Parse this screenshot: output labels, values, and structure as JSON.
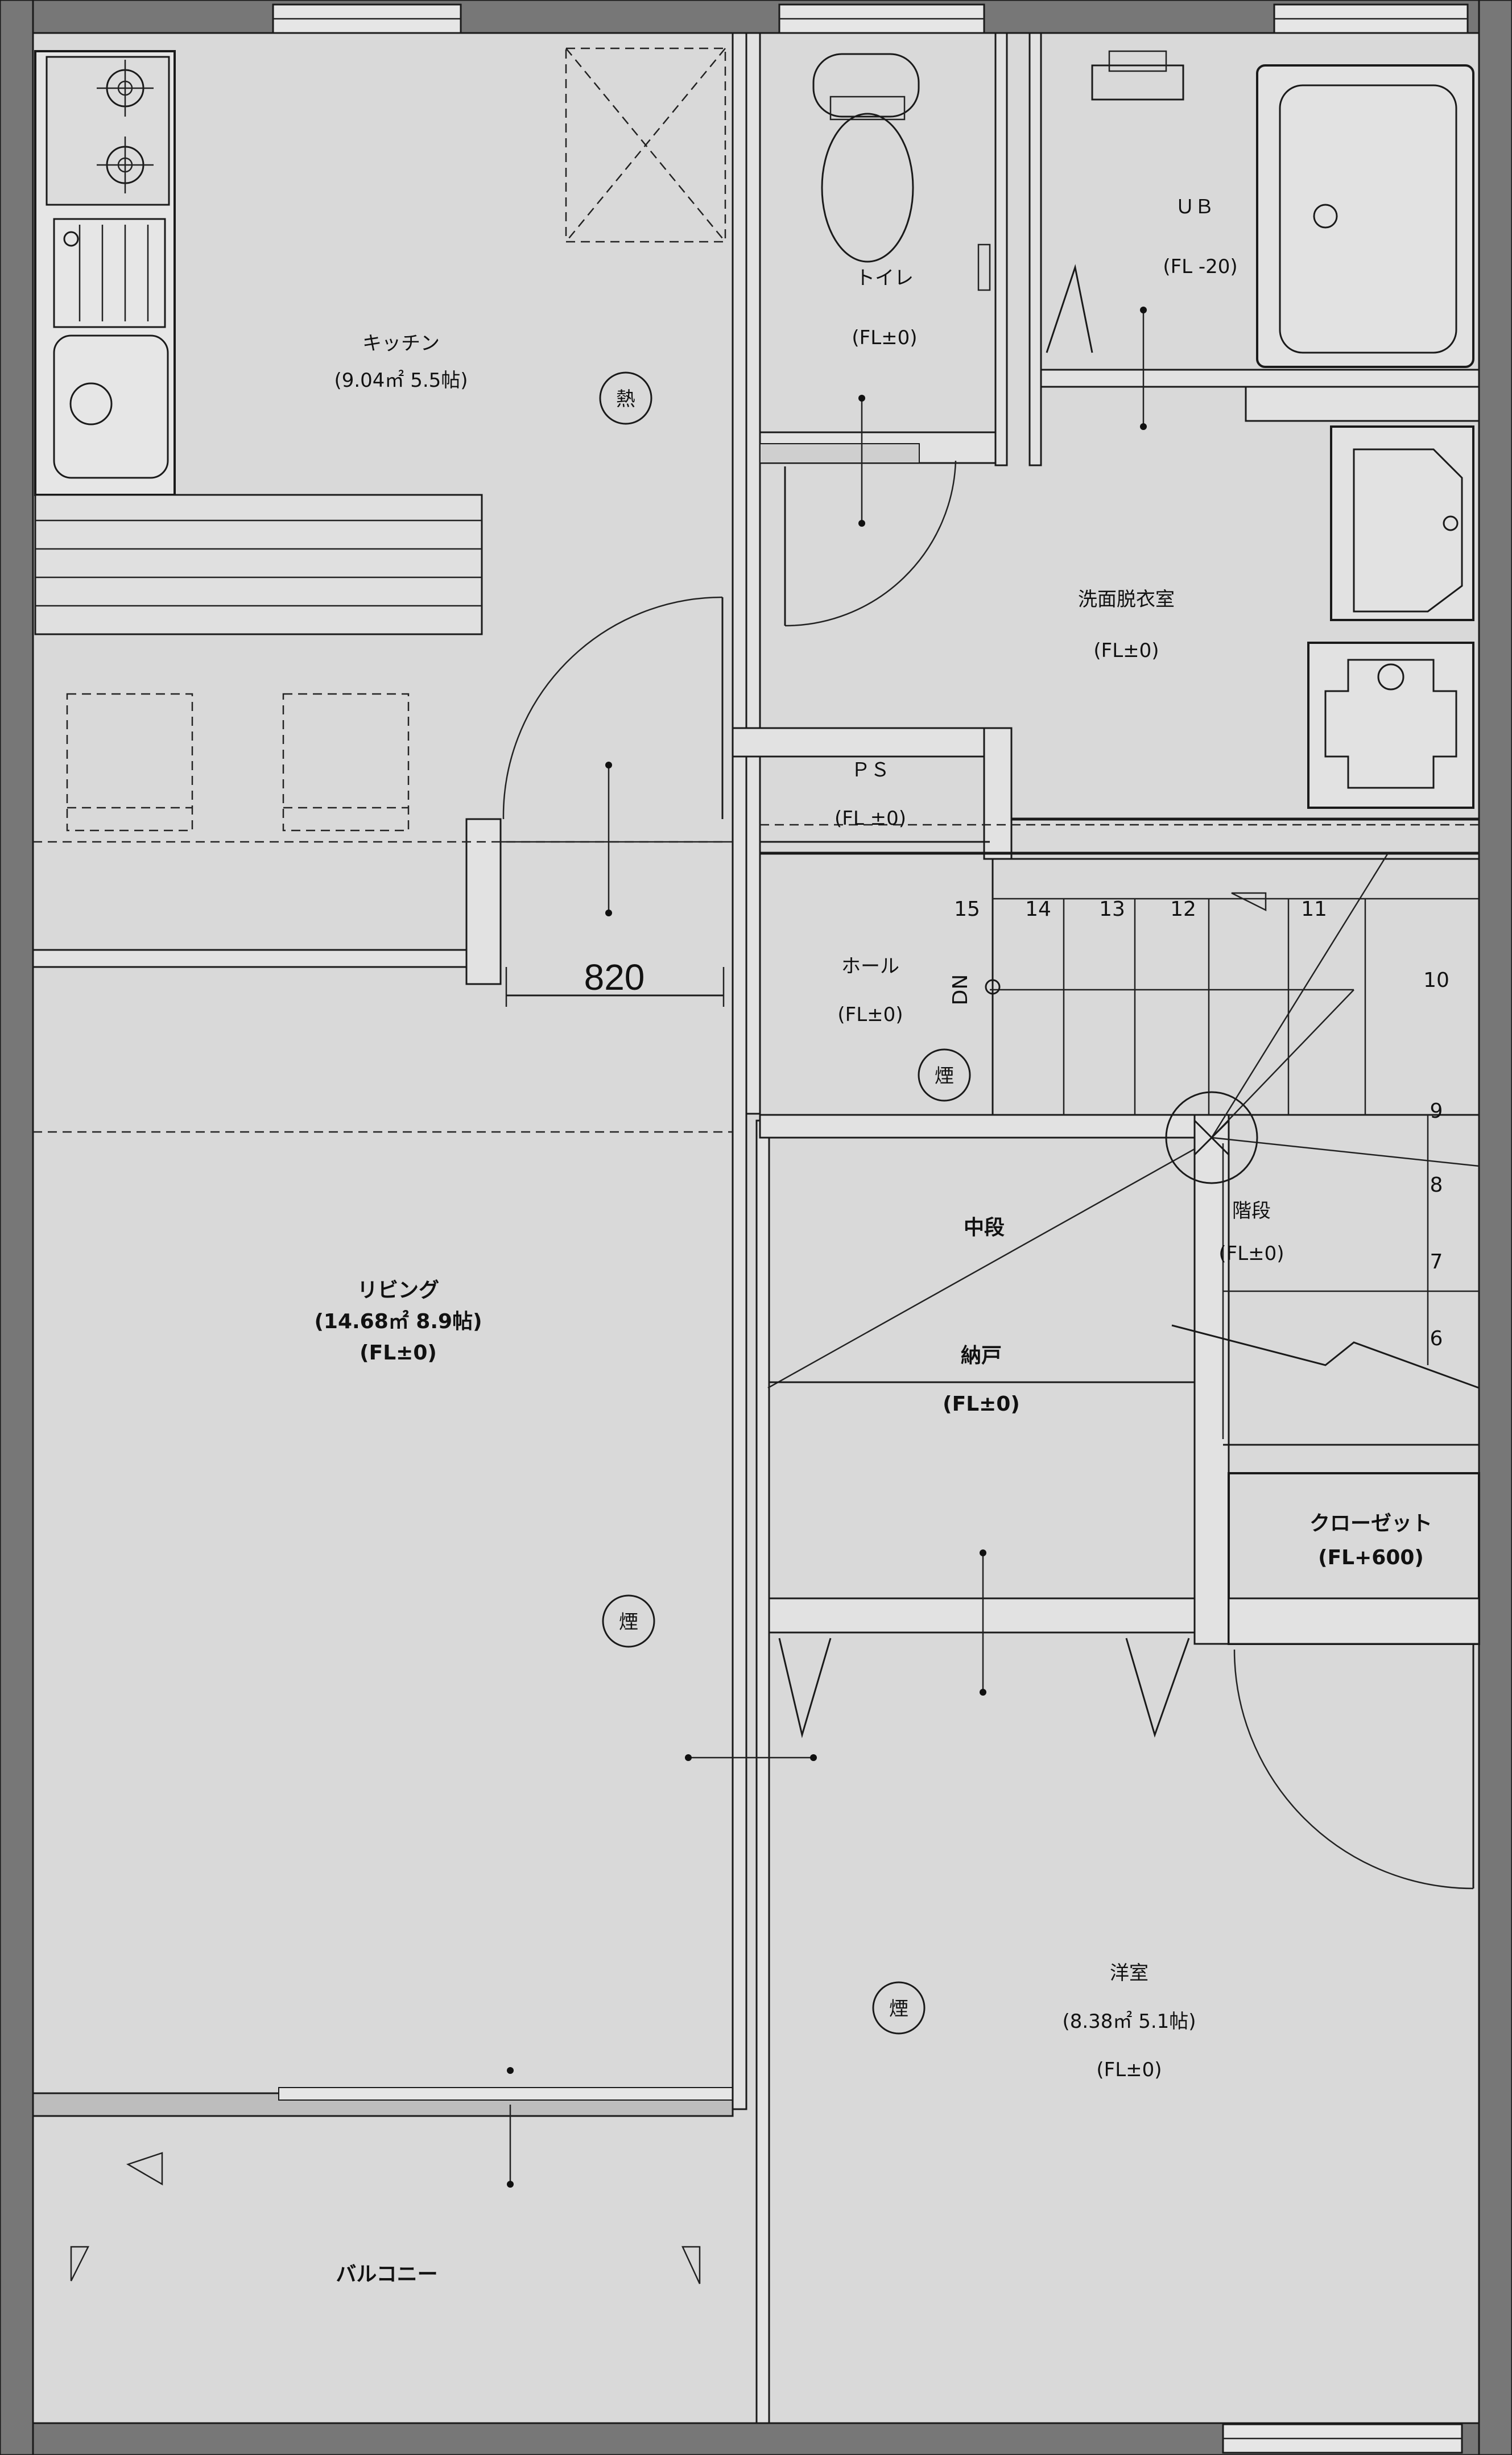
{
  "rooms": {
    "kitchen": {
      "name": "キッチン",
      "area": "(9.04㎡ 5.5帖)"
    },
    "toilet": {
      "name": "トイレ",
      "fl": "(FL±0)"
    },
    "ub": {
      "name": "ＵＢ",
      "fl": "(FL -20)"
    },
    "washroom": {
      "name": "洗面脱衣室",
      "fl": "(FL±0)"
    },
    "ps": {
      "name": "ＰＳ",
      "fl": "(FL ±0)"
    },
    "hall": {
      "name": "ホール",
      "fl": "(FL±0)"
    },
    "living": {
      "name": "リビング",
      "area": "(14.68㎡ 8.9帖)",
      "fl": "(FL±0)"
    },
    "landing": {
      "name": "中段"
    },
    "storage": {
      "name": "納戸",
      "fl": "(FL±0)"
    },
    "stairs": {
      "name": "階段",
      "fl": "(FL±0)"
    },
    "closet": {
      "name": "クローゼット",
      "fl": "(FL+600)"
    },
    "western": {
      "name": "洋室",
      "area": "(8.38㎡ 5.1帖)",
      "fl": "(FL±0)"
    },
    "balcony": {
      "name": "バルコニー"
    }
  },
  "dimension": "820",
  "stair_dir": "DN",
  "stair_steps": [
    "15",
    "14",
    "13",
    "12",
    "11",
    "10",
    "9",
    "8",
    "7",
    "6"
  ],
  "symbols": {
    "heat": "熱",
    "smoke": "煙"
  }
}
